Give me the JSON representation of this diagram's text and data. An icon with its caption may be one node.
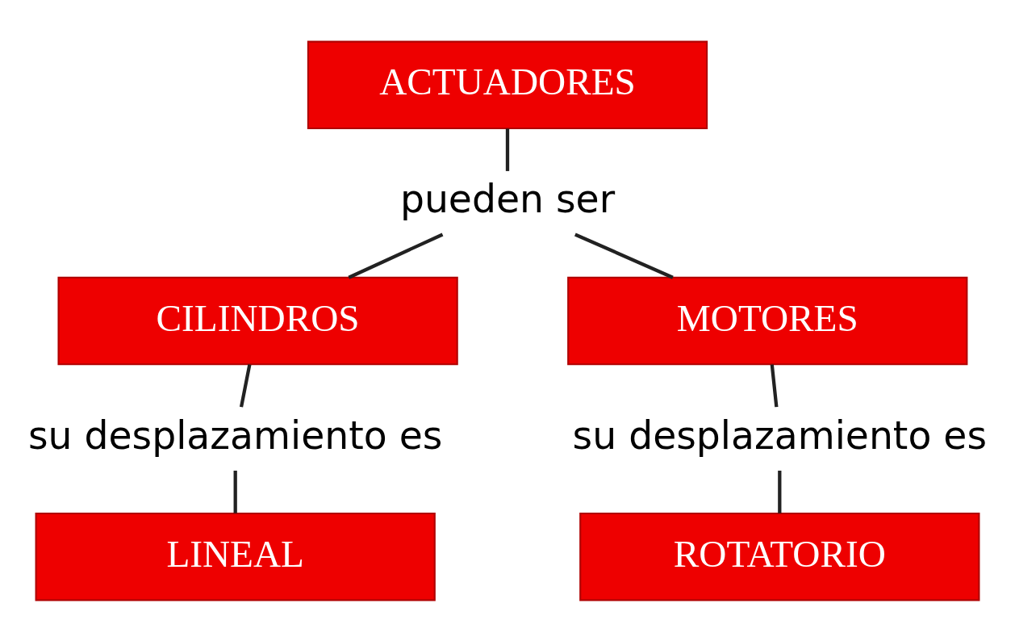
{
  "diagram": {
    "nodes": [
      {
        "text": [
          "ACTUADORES"
        ]
      },
      {
        "text": [
          "pueden ser"
        ]
      },
      {
        "text": [
          "CILINDROS"
        ]
      },
      {
        "text": [
          "MOTORES"
        ]
      },
      {
        "text": [
          "su desplazamiento es"
        ]
      },
      {
        "text": [
          "su desplazamiento es"
        ]
      },
      {
        "text": [
          "LINEAL"
        ]
      },
      {
        "text": [
          "ROTATORIO"
        ]
      }
    ],
    "edges": [
      {
        "from": 0,
        "to": 1,
        "arrow": "none"
      },
      {
        "from": 1,
        "to": 2,
        "arrow": "none"
      },
      {
        "from": 1,
        "to": 3,
        "arrow": "none"
      },
      {
        "from": 2,
        "to": 4,
        "arrow": "none"
      },
      {
        "from": 3,
        "to": 5,
        "arrow": "none"
      },
      {
        "from": 4,
        "to": 6,
        "arrow": "none"
      },
      {
        "from": 5,
        "to": 7,
        "arrow": "none"
      }
    ]
  }
}
